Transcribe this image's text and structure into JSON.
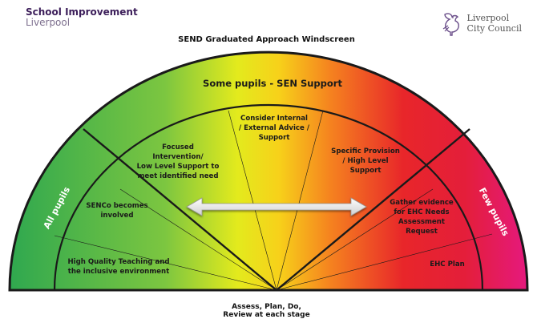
{
  "header": {
    "brand_line1": "School Improvement",
    "brand_line2": "Liverpool",
    "council_line1": "Liverpool",
    "council_line2": "City Council",
    "title": "SEND Graduated Approach Windscreen"
  },
  "diagram": {
    "outer_band_label": "Some pupils - SEN Support",
    "left_band_label": "All pupils",
    "right_band_label": "Few pupils",
    "segments": {
      "consider_advice": [
        "Consider Internal",
        "/ External Advice /",
        "Support"
      ],
      "focused_intervention": [
        "Focused",
        "Intervention/",
        "Low Level Support to",
        "meet identified need"
      ],
      "specific_provision": [
        "Specific Provision",
        "/ High Level",
        "Support"
      ],
      "senco": [
        "SENCo becomes",
        "involved"
      ],
      "gather_evidence": [
        "Gather evidence",
        "for EHC Needs",
        "Assessment",
        "Request"
      ],
      "high_quality": [
        "High Quality Teaching and",
        "the inclusive environment"
      ],
      "ehc_plan": [
        "EHC Plan"
      ]
    },
    "arrow": "double-headed arrow"
  },
  "footer": {
    "line1": "Assess, Plan, Do,",
    "line2": "Review at each stage"
  },
  "colors": {
    "green": "#2fa84f",
    "yellow": "#f2ef1a",
    "red": "#e8262a",
    "magenta": "#e5197e",
    "outline": "#1a1a1a",
    "brand_purple": "#3c1e5a"
  }
}
